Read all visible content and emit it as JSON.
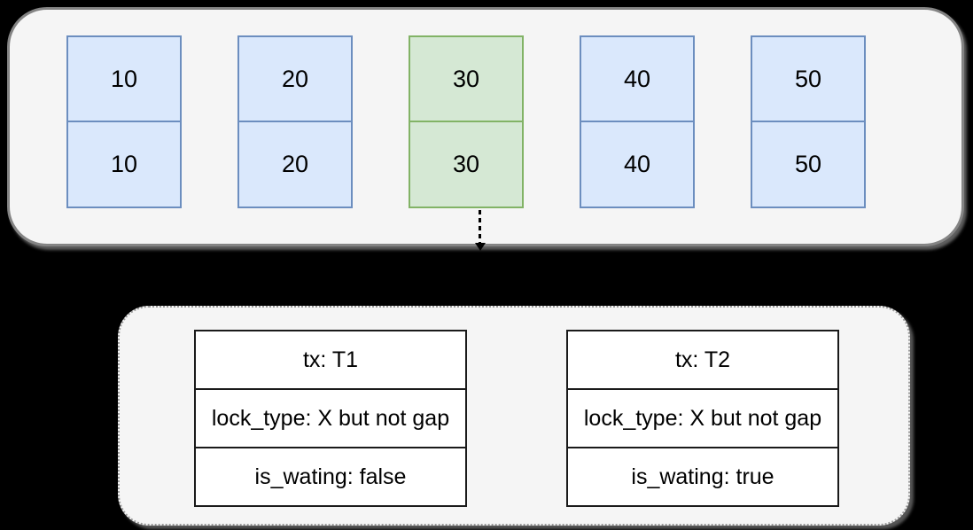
{
  "diagram": {
    "description_labels": {}
  },
  "records": [
    {
      "top": "10",
      "bottom": "10",
      "highlighted": false
    },
    {
      "top": "20",
      "bottom": "20",
      "highlighted": false
    },
    {
      "top": "30",
      "bottom": "30",
      "highlighted": true
    },
    {
      "top": "40",
      "bottom": "40",
      "highlighted": false
    },
    {
      "top": "50",
      "bottom": "50",
      "highlighted": false
    }
  ],
  "locks": [
    {
      "tx": "tx: T1",
      "lock_type": "lock_type: X but not gap",
      "is_waiting": "is_wating: false"
    },
    {
      "tx": "tx: T2",
      "lock_type": "lock_type: X but not gap",
      "is_waiting": "is_wating: true"
    }
  ],
  "colors": {
    "background": "#000000",
    "panel_fill": "#f5f5f5",
    "panel_stroke": "#848484",
    "record_fill": "#dae8fc",
    "record_stroke": "#6c8ebf",
    "highlight_fill": "#d5e8d4",
    "highlight_stroke": "#82b366",
    "table_fill": "#ffffff",
    "table_stroke": "#1a1a1a",
    "connector": "#000000"
  }
}
